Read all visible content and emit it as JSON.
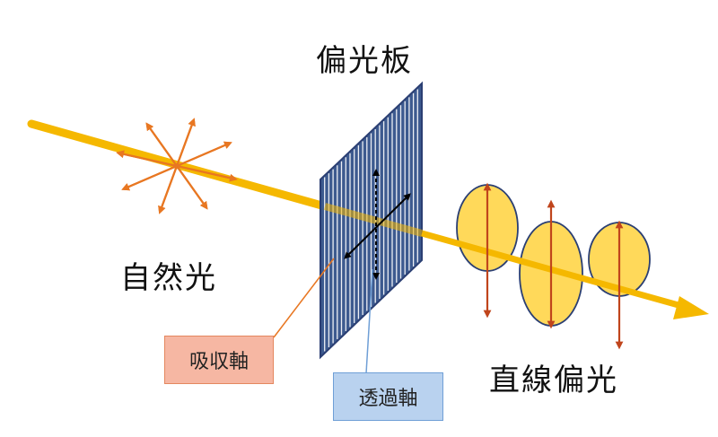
{
  "labels": {
    "polarizer": "偏光板",
    "natural_light": "自然光",
    "linear_polarized": "直線偏光",
    "absorption_axis": "吸収軸",
    "transmission_axis": "透過軸"
  },
  "colors": {
    "beam": "#f5b800",
    "arrow": "#e87722",
    "plate_fill": "#3d5a8f",
    "plate_line": "#ffffff",
    "wave_fill": "#ffd95a",
    "wave_stroke": "#2b3f73",
    "wave_arrow": "#c0451c",
    "absorb_box": "#f6b7a3",
    "trans_box": "#b9d2ef"
  }
}
